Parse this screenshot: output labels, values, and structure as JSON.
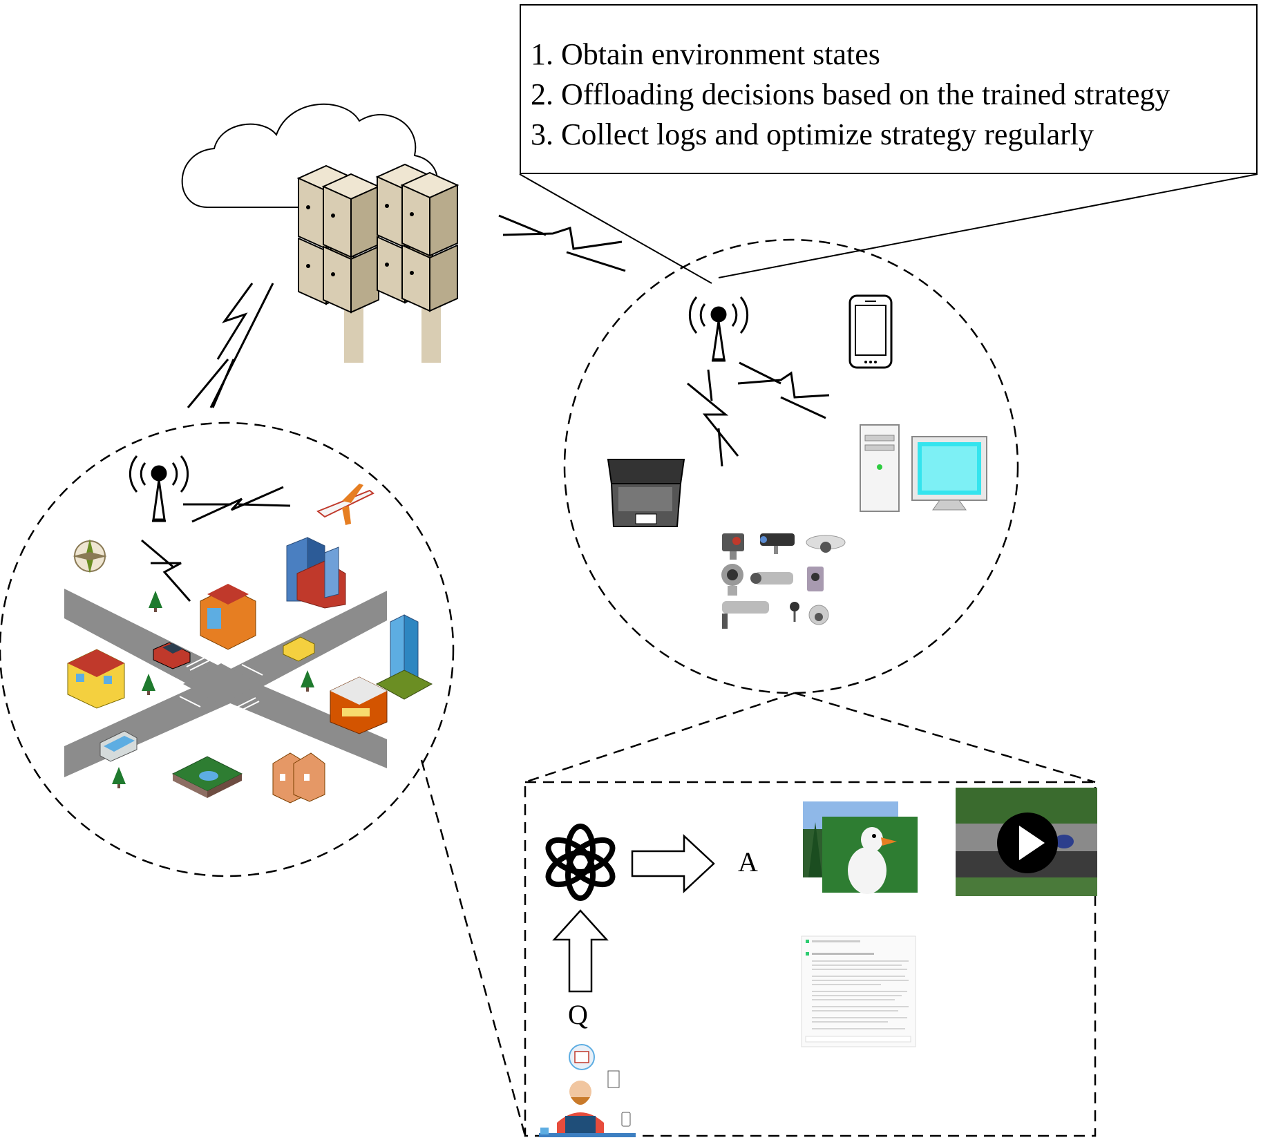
{
  "steps": [
    "1. Obtain environment states",
    "2. Offloading decisions based on the trained strategy",
    "3. Collect logs and optimize strategy regularly"
  ],
  "labels": {
    "answer": "A",
    "question": "Q"
  },
  "colors": {
    "server": "#d9cdb3",
    "server_dark": "#a89a7a",
    "road": "#8c8c8c",
    "screen": "#34e4ee",
    "tree": "#1f7a2e",
    "video_dark": "#3b3b3b",
    "grass": "#2e7d32"
  },
  "icons": [
    "cloud-icon",
    "server-rack-icon",
    "lightning-link-icon",
    "cell-tower-icon",
    "smartphone-icon",
    "laptop-icon",
    "desktop-computer-icon",
    "monitor-icon",
    "camera-icon",
    "airplane-icon",
    "city-building-icon",
    "car-icon",
    "bus-icon",
    "tree-icon",
    "openai-logo-icon",
    "arrow-right-icon",
    "arrow-up-icon",
    "image-icon",
    "video-play-icon",
    "chat-screenshot-icon",
    "busy-user-icon"
  ]
}
